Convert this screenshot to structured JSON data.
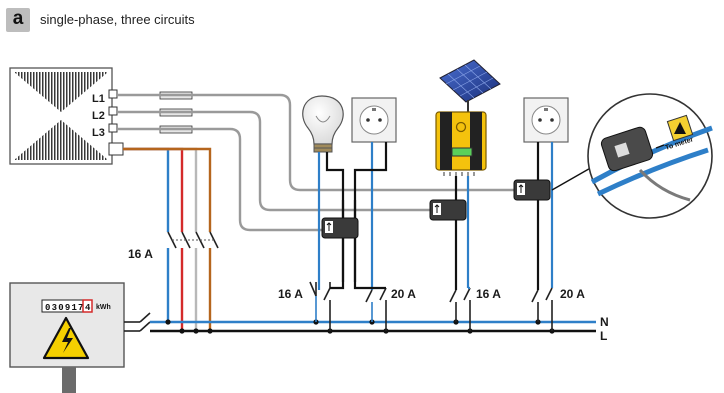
{
  "header": {
    "badge": "a",
    "subtitle": "single-phase, three circuits"
  },
  "phases": [
    "L1",
    "L2",
    "L3"
  ],
  "bus_labels": {
    "neutral": "N",
    "line": "L"
  },
  "breakers": {
    "feeder": "16 A",
    "circuit_1_lamp": "16 A",
    "circuit_1_socket": "20 A",
    "circuit_2": "16 A",
    "circuit_3": "20 A"
  },
  "meter": {
    "digits": [
      "0",
      "3",
      "0",
      "9",
      "1",
      "7"
    ],
    "last_digit": "4",
    "unit": "kWh"
  },
  "callout": {
    "to_meter": "To meter"
  },
  "colors": {
    "neutral_blue": "#2e7fc8",
    "line_black": "#111111",
    "phase_red": "#d42a2a",
    "phase_grey": "#b8b8b8",
    "phase_brown": "#b5651d",
    "sensor_lead": "#9a9a9a",
    "inverter_yellow": "#f4c20d",
    "warning_yellow": "#f5d000"
  }
}
